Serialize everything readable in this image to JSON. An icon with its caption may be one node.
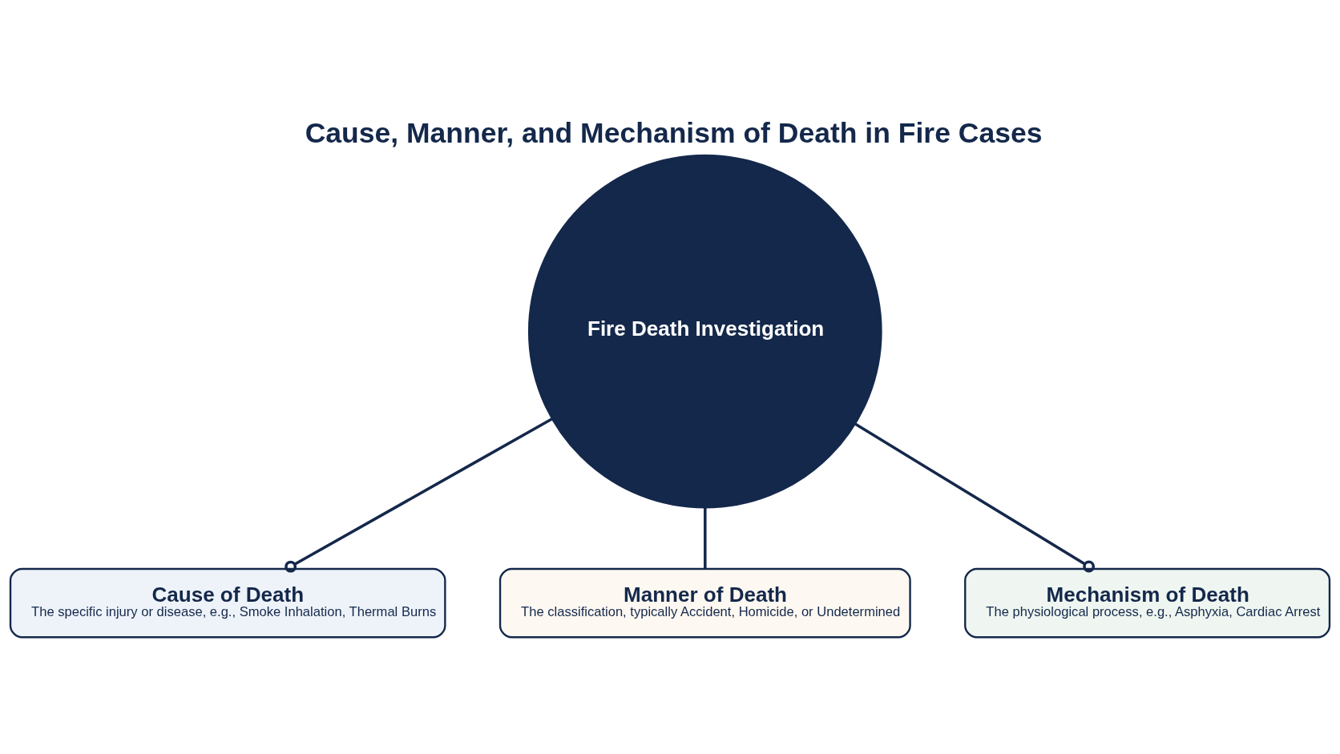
{
  "diagram": {
    "title": "Cause, Manner, and Mechanism of Death in Fire Cases",
    "nodes": [
      {
        "text": [
          "Fire Death Investigation"
        ]
      },
      {
        "text": [
          "Cause of Death",
          "The specific injury or disease, e.g., Smoke Inhalation, Thermal Burns"
        ]
      },
      {
        "text": [
          "Manner of Death",
          "The classification, typically Accident, Homicide, or Undetermined"
        ]
      },
      {
        "text": [
          "Mechanism of Death",
          "The physiological process, e.g., Asphyxia, Cardiac Arrest"
        ]
      }
    ],
    "edges": [
      {
        "from": 0,
        "to": 1,
        "arrow": "other"
      },
      {
        "from": 0,
        "to": 2,
        "arrow": "none"
      },
      {
        "from": 0,
        "to": 3,
        "arrow": "other"
      }
    ]
  }
}
